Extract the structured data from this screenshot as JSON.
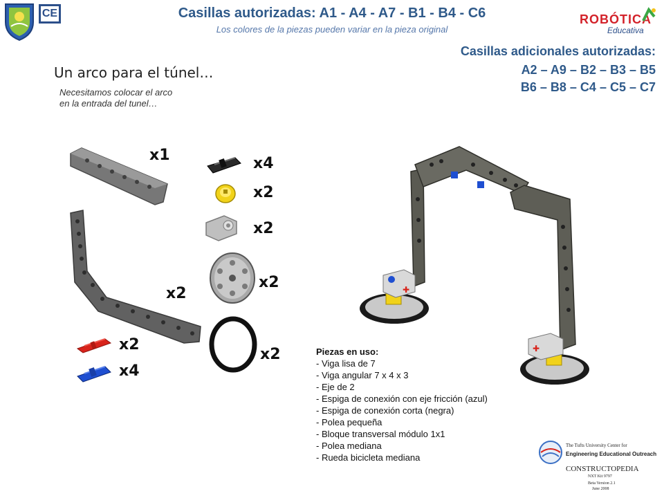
{
  "header": {
    "title": "Casillas autorizadas: A1 - A4 - A7 - B1 - B4 - C6",
    "subtitle": "Los colores de la piezas pueden variar en la pieza original"
  },
  "additional": {
    "title": "Casillas adicionales autorizadas:",
    "line1": "A2 – A9 – B2 – B3 – B5",
    "line2": "B6 – B8 – C4 – C5 – C7"
  },
  "content": {
    "heading": "Un arco para el túnel…",
    "desc_line1": "Necesitamos colocar el arco",
    "desc_line2": "en la entrada del tunel…"
  },
  "parts": {
    "beam": "x1",
    "angular_beam": "x2",
    "red_axle": "x2",
    "blue_pin": "x4",
    "black_pin": "x4",
    "yellow_pulley": "x2",
    "cross_block": "x2",
    "pulley_wheel": "x2",
    "tire": "x2"
  },
  "pieces": {
    "header": "Piezas en uso:",
    "items": [
      "- Viga lisa de 7",
      "- Viga angular 7 x 4 x 3",
      "- Eje de 2",
      "- Espiga de conexión con eje fricción (azul)",
      "- Espiga de conexión corta (negra)",
      "- Polea pequeña",
      "- Bloque transversal módulo 1x1",
      "- Polea mediana",
      "- Rueda bicicleta mediana"
    ]
  },
  "logos": {
    "left_logo_text": "CE",
    "robotica_line1": "ROBÓTICA",
    "robotica_line2": "Educativa",
    "tufts_line1": "The Tufts University Center for",
    "tufts_line2": "Engineering Educational Outreach",
    "constructopedia": "CONSTRUCTOPEDIA",
    "kit": "NXT Kit 9797",
    "beta": "Beta Version 2.1",
    "date": "June 2008"
  },
  "colors": {
    "title_blue": "#2f5a8a",
    "beam_gray": "#6e6e6e",
    "dark_gray": "#565650",
    "blue_part": "#1f4fd1",
    "red_part": "#d8231b",
    "yellow_part": "#f1d21a"
  }
}
